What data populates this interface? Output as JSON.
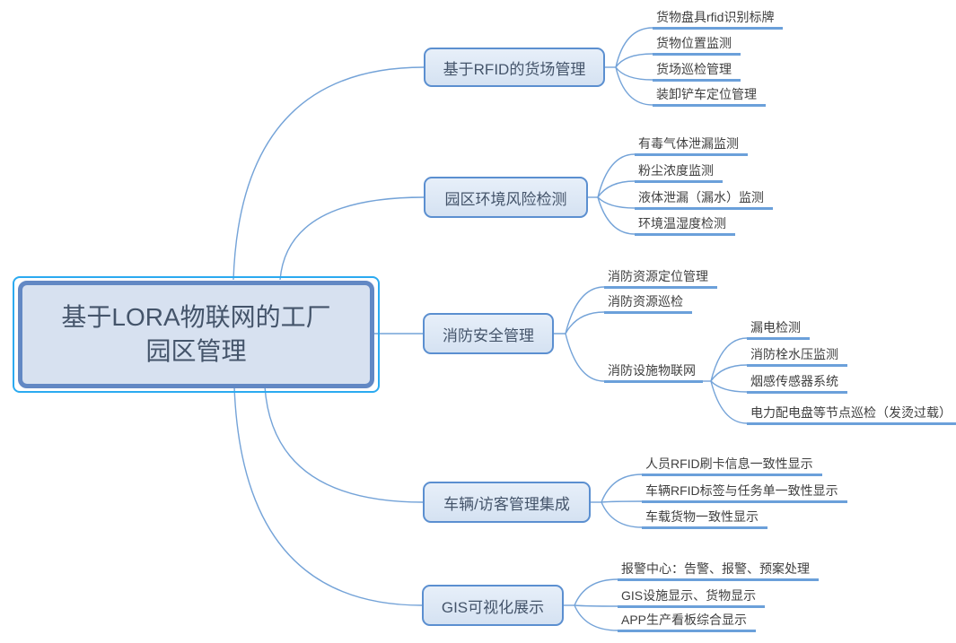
{
  "root": {
    "label": "基于LORA物联网的工厂\n园区管理"
  },
  "branches": [
    {
      "label": "基于RFID的货场管理",
      "children": [
        {
          "label": "货物盘具rfid识别标牌"
        },
        {
          "label": "货物位置监测"
        },
        {
          "label": "货场巡检管理"
        },
        {
          "label": "装卸铲车定位管理"
        }
      ]
    },
    {
      "label": "园区环境风险检测",
      "children": [
        {
          "label": "有毒气体泄漏监测"
        },
        {
          "label": "粉尘浓度监测"
        },
        {
          "label": "液体泄漏（漏水）监测"
        },
        {
          "label": "环境温湿度检测"
        }
      ]
    },
    {
      "label": "消防安全管理",
      "children": [
        {
          "label": "消防资源定位管理"
        },
        {
          "label": "消防资源巡检"
        },
        {
          "label": "消防设施物联网",
          "children": [
            {
              "label": "漏电检测"
            },
            {
              "label": "消防栓水压监测"
            },
            {
              "label": "烟感传感器系统"
            },
            {
              "label": "电力配电盘等节点巡检（发烫过载）"
            }
          ]
        }
      ]
    },
    {
      "label": "车辆/访客管理集成",
      "children": [
        {
          "label": "人员RFID刷卡信息一致性显示"
        },
        {
          "label": "车辆RFID标签与任务单一致性显示"
        },
        {
          "label": "车载货物一致性显示"
        }
      ]
    },
    {
      "label": "GIS可视化展示",
      "children": [
        {
          "label": "报警中心：告警、报警、预案处理"
        },
        {
          "label": "GIS设施显示、货物显示"
        },
        {
          "label": "APP生产看板综合显示"
        }
      ]
    }
  ],
  "colors": {
    "root_border": "#6288C4",
    "root_fill": "#D7E1F0",
    "selection_outline": "#2BAAF0",
    "branch_border": "#5B8FD0",
    "branch_fill": "#DCE7F5",
    "connector_line": "#74A3D8",
    "topic_underline": "#6BA0DA",
    "topic_text": "#44546A",
    "subtopic_text": "#3F3F3F",
    "background": "#FFFFFF"
  }
}
